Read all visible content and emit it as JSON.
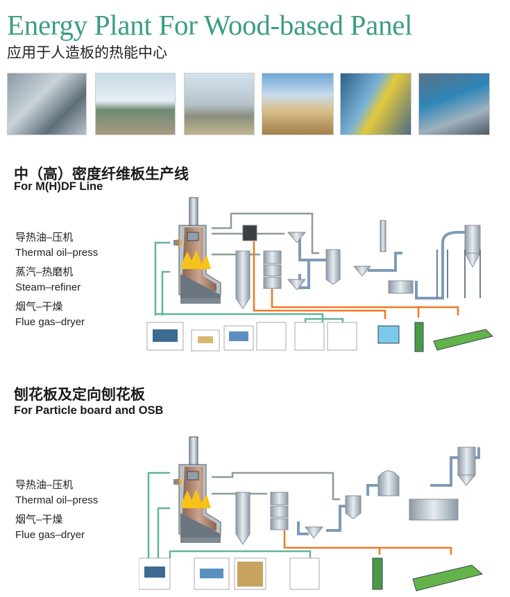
{
  "header": {
    "title": "Energy Plant For Wood-based Panel",
    "subtitle": "应用于人造板的热能中心"
  },
  "photos": [
    "plant-photo-1",
    "plant-photo-2",
    "plant-photo-3",
    "plant-photo-4",
    "plant-photo-5",
    "plant-photo-6"
  ],
  "mdf": {
    "title_cn": "中（高）密度纤维板生产线",
    "title_en": "For M(H)DF Line",
    "labels": [
      "导热油–压机",
      "Thermal oil–press",
      "蒸汽–热磨机",
      "Steam–refiner",
      "烟气–干燥",
      "Flue gas–dryer"
    ]
  },
  "pb": {
    "title_cn": "刨花板及定向刨花板",
    "title_en": "For Particle board and OSB",
    "labels": [
      "导热油–压机",
      "Thermal oil–press",
      "烟气–干燥",
      "Flue gas–dryer"
    ]
  },
  "colors": {
    "title": "#3a9e80",
    "oil_line": "#5fb59a",
    "flue_line": "#8a9c98",
    "steam_line": "#f07820",
    "pipe": "#7d9bb8"
  }
}
